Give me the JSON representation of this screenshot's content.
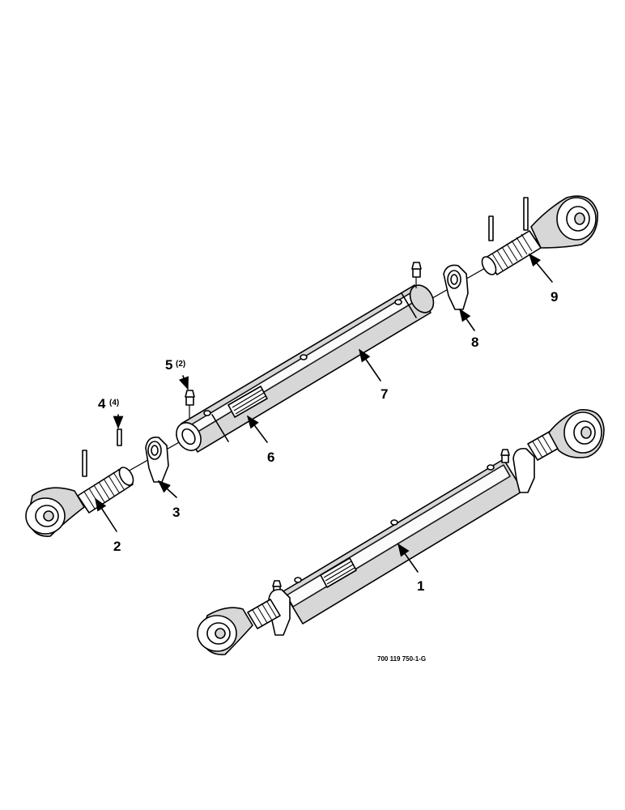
{
  "callouts": [
    {
      "id": "c1",
      "number": "1",
      "qty": ""
    },
    {
      "id": "c2",
      "number": "2",
      "qty": ""
    },
    {
      "id": "c3",
      "number": "3",
      "qty": ""
    },
    {
      "id": "c4",
      "number": "4",
      "qty": "(4)"
    },
    {
      "id": "c5",
      "number": "5",
      "qty": "(2)"
    },
    {
      "id": "c6",
      "number": "6",
      "qty": ""
    },
    {
      "id": "c7",
      "number": "7",
      "qty": ""
    },
    {
      "id": "c8",
      "number": "8",
      "qty": ""
    },
    {
      "id": "c9",
      "number": "9",
      "qty": ""
    }
  ],
  "drawing_number": "700 119 750-1-G"
}
